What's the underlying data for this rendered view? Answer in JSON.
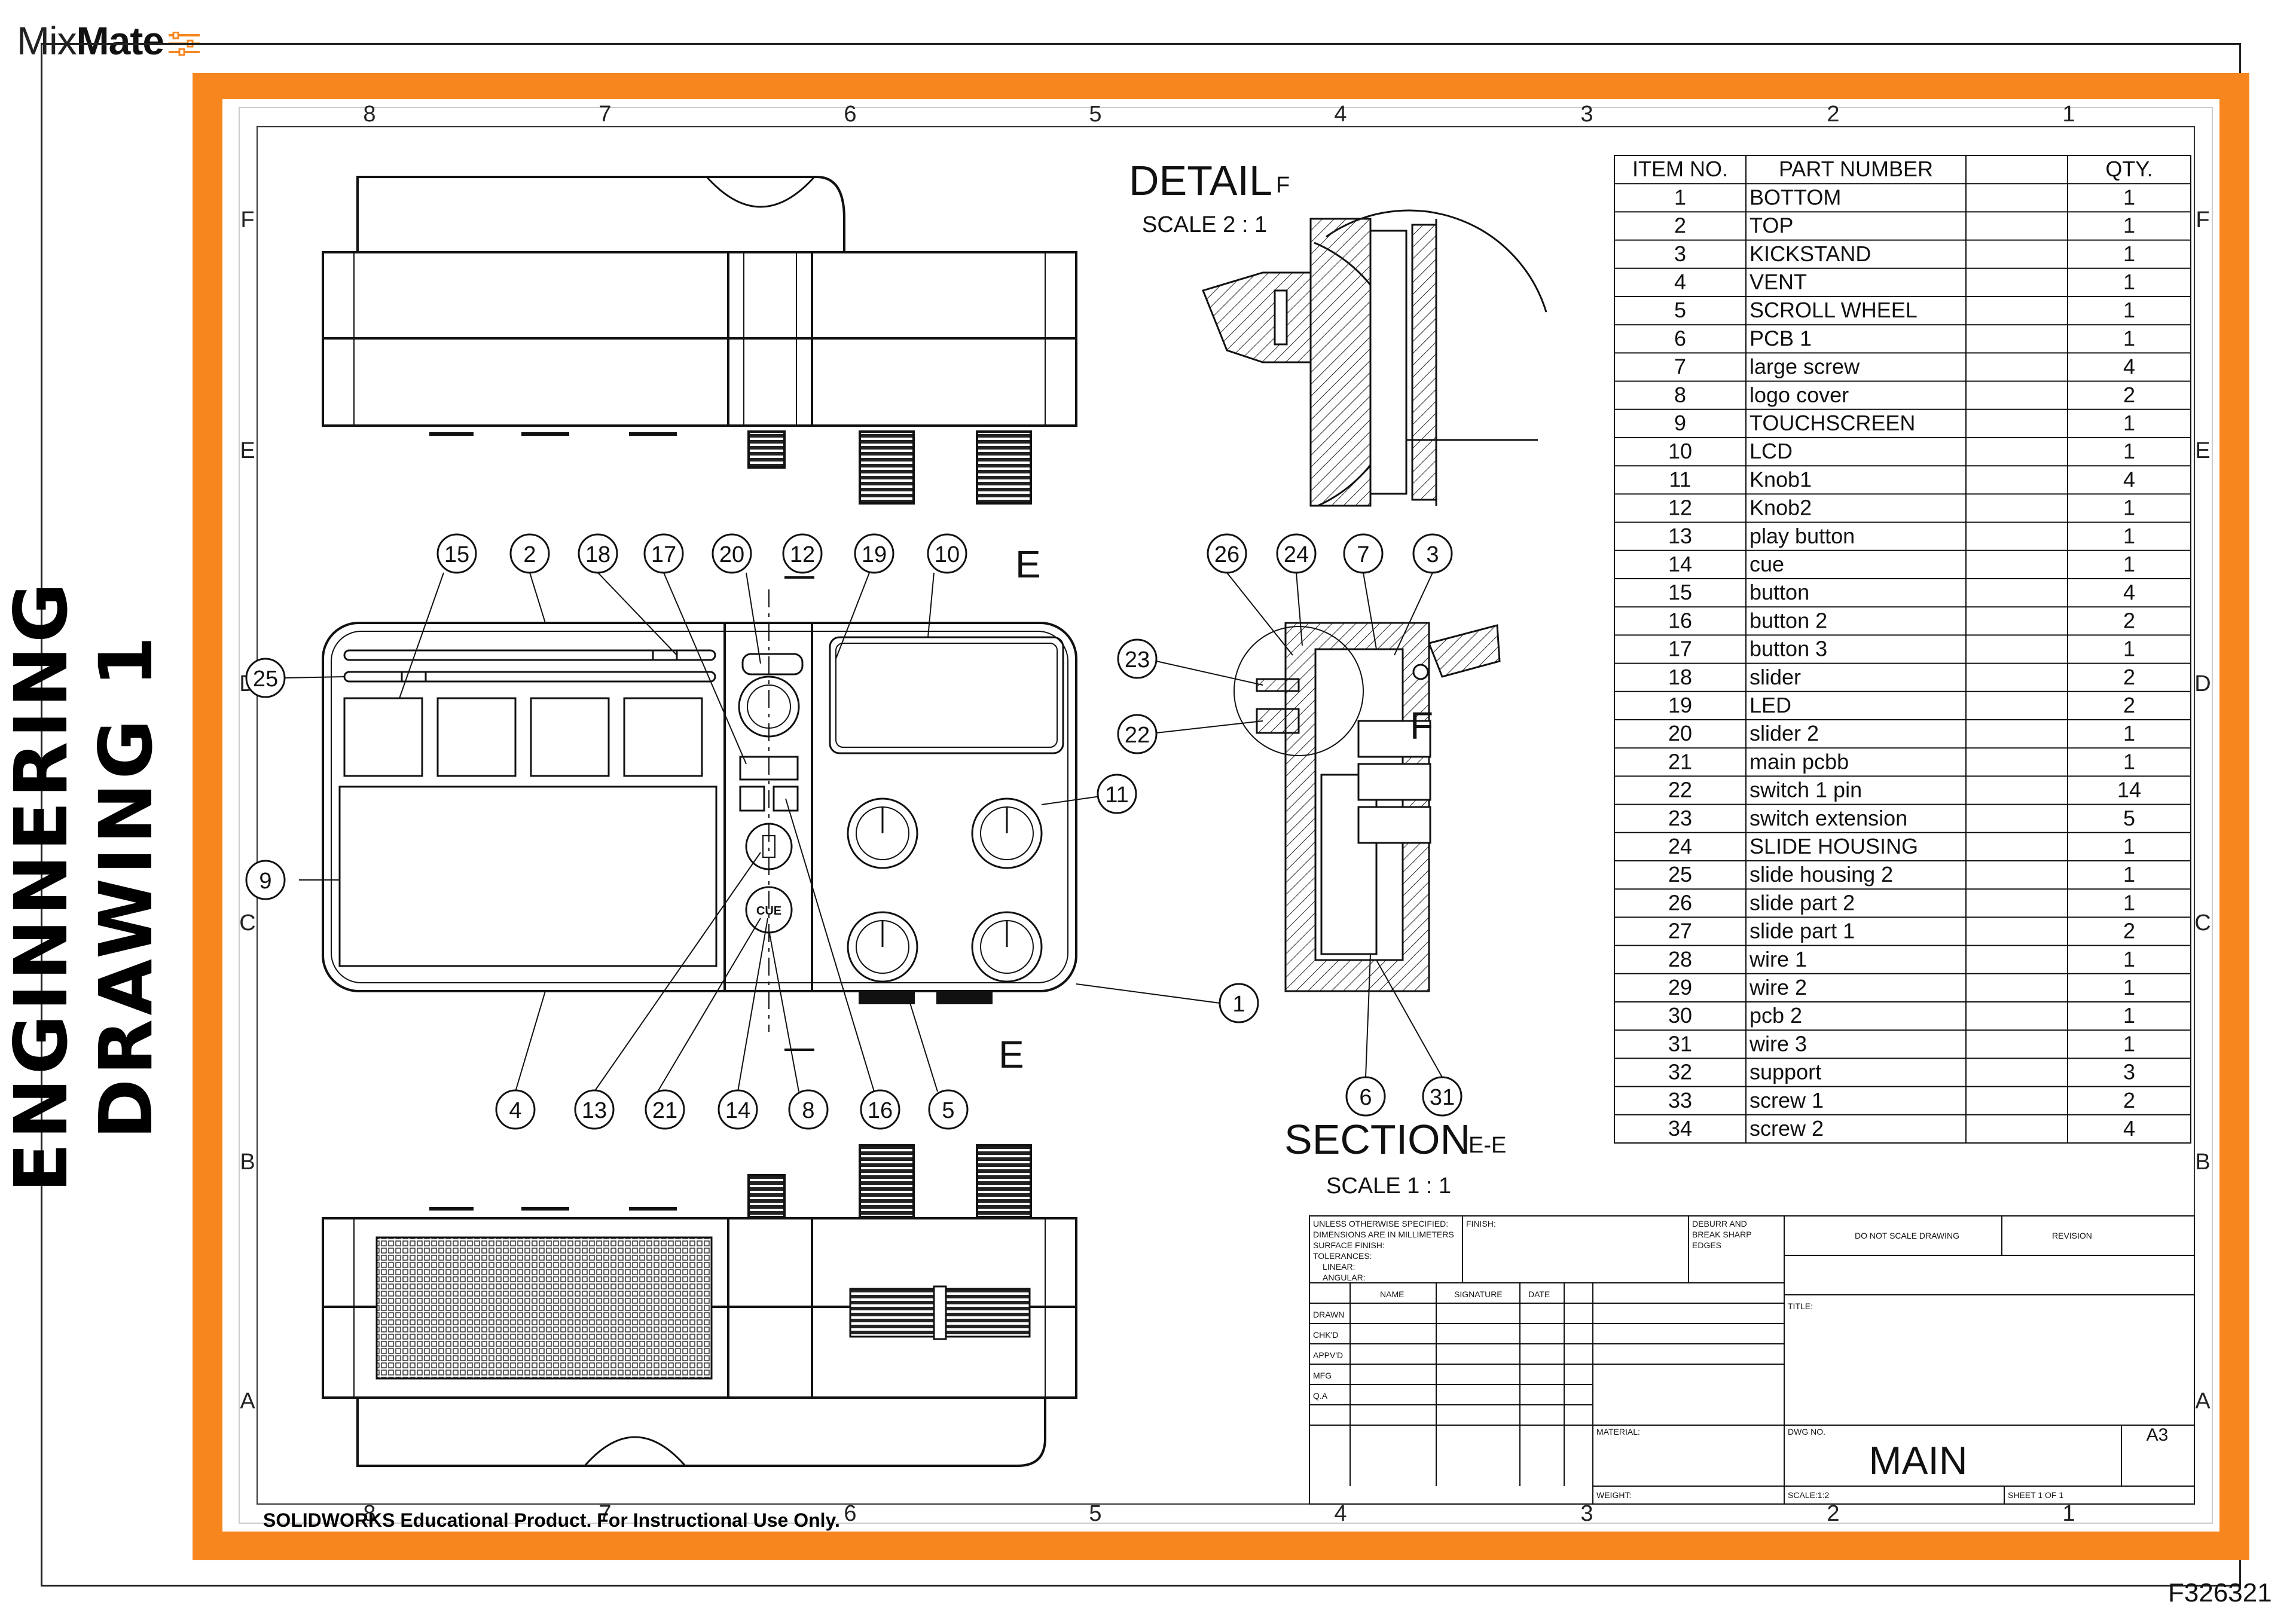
{
  "brand": {
    "mix": "Mix",
    "mate": "Mate"
  },
  "sidebar_title": "ENGINNERING DRAWING 1",
  "footer_note": "SOLIDWORKS Educational Product. For Instructional Use Only.",
  "sheet_code": "F326321",
  "colors": {
    "frame": "#f7861f",
    "line": "#111111",
    "brand_mark": "#f7861f"
  },
  "zones": {
    "columns": [
      "8",
      "7",
      "6",
      "5",
      "4",
      "3",
      "2",
      "1"
    ],
    "rows": [
      "F",
      "E",
      "D",
      "C",
      "B",
      "A"
    ]
  },
  "detail": {
    "title": "DETAIL",
    "letter": "F",
    "scale": "SCALE 2 : 1"
  },
  "section": {
    "title": "SECTION",
    "letter": "E-E",
    "scale": "SCALE 1 : 1",
    "cut_label": "E",
    "detail_label": "F"
  },
  "balloons_front": [
    "15",
    "2",
    "18",
    "17",
    "20",
    "12",
    "19",
    "10",
    "25",
    "11",
    "9",
    "1",
    "4",
    "13",
    "21",
    "14",
    "8",
    "16",
    "5"
  ],
  "balloons_section": [
    "26",
    "24",
    "7",
    "3",
    "23",
    "22",
    "6",
    "31"
  ],
  "bom": {
    "headers": [
      "ITEM NO.",
      "PART NUMBER",
      "QTY."
    ],
    "rows": [
      [
        "1",
        "BOTTOM",
        "1"
      ],
      [
        "2",
        "TOP",
        "1"
      ],
      [
        "3",
        "KICKSTAND",
        "1"
      ],
      [
        "4",
        "VENT",
        "1"
      ],
      [
        "5",
        "SCROLL WHEEL",
        "1"
      ],
      [
        "6",
        "PCB 1",
        "1"
      ],
      [
        "7",
        "large screw",
        "4"
      ],
      [
        "8",
        "logo cover",
        "2"
      ],
      [
        "9",
        "TOUCHSCREEN",
        "1"
      ],
      [
        "10",
        "LCD",
        "1"
      ],
      [
        "11",
        "Knob1",
        "4"
      ],
      [
        "12",
        "Knob2",
        "1"
      ],
      [
        "13",
        "play button",
        "1"
      ],
      [
        "14",
        "cue",
        "1"
      ],
      [
        "15",
        "button",
        "4"
      ],
      [
        "16",
        "button 2",
        "2"
      ],
      [
        "17",
        "button 3",
        "1"
      ],
      [
        "18",
        "slider",
        "2"
      ],
      [
        "19",
        "LED",
        "2"
      ],
      [
        "20",
        "slider 2",
        "1"
      ],
      [
        "21",
        "main pcbb",
        "1"
      ],
      [
        "22",
        "switch 1 pin",
        "14"
      ],
      [
        "23",
        "switch extension",
        "5"
      ],
      [
        "24",
        "SLIDE HOUSING",
        "1"
      ],
      [
        "25",
        "slide housing 2",
        "1"
      ],
      [
        "26",
        "slide part 2",
        "1"
      ],
      [
        "27",
        "slide part 1",
        "2"
      ],
      [
        "28",
        "wire 1",
        "1"
      ],
      [
        "29",
        "wire 2",
        "1"
      ],
      [
        "30",
        "pcb 2",
        "1"
      ],
      [
        "31",
        "wire 3",
        "1"
      ],
      [
        "32",
        "support",
        "3"
      ],
      [
        "33",
        "screw 1",
        "2"
      ],
      [
        "34",
        "screw 2",
        "4"
      ]
    ]
  },
  "title_block": {
    "unless": "UNLESS OTHERWISE SPECIFIED:",
    "dims": "DIMENSIONS ARE IN MILLIMETERS",
    "surface": "SURFACE FINISH:",
    "tolerances": "TOLERANCES:",
    "linear": "LINEAR:",
    "angular": "ANGULAR:",
    "finish": "FINISH:",
    "deburr_1": "DEBURR AND",
    "deburr_2": "BREAK SHARP",
    "deburr_3": "EDGES",
    "do_not_scale": "DO NOT SCALE DRAWING",
    "revision": "REVISION",
    "col_name": "NAME",
    "col_signature": "SIGNATURE",
    "col_date": "DATE",
    "row_labels": [
      "DRAWN",
      "CHK'D",
      "APPV'D",
      "MFG",
      "Q.A"
    ],
    "title_label": "TITLE:",
    "material": "MATERIAL:",
    "weight": "WEIGHT:",
    "dwg_no": "DWG NO.",
    "dwg_value": "MAIN",
    "size": "A3",
    "scale": "SCALE:1:2",
    "sheet": "SHEET 1 OF 1"
  }
}
